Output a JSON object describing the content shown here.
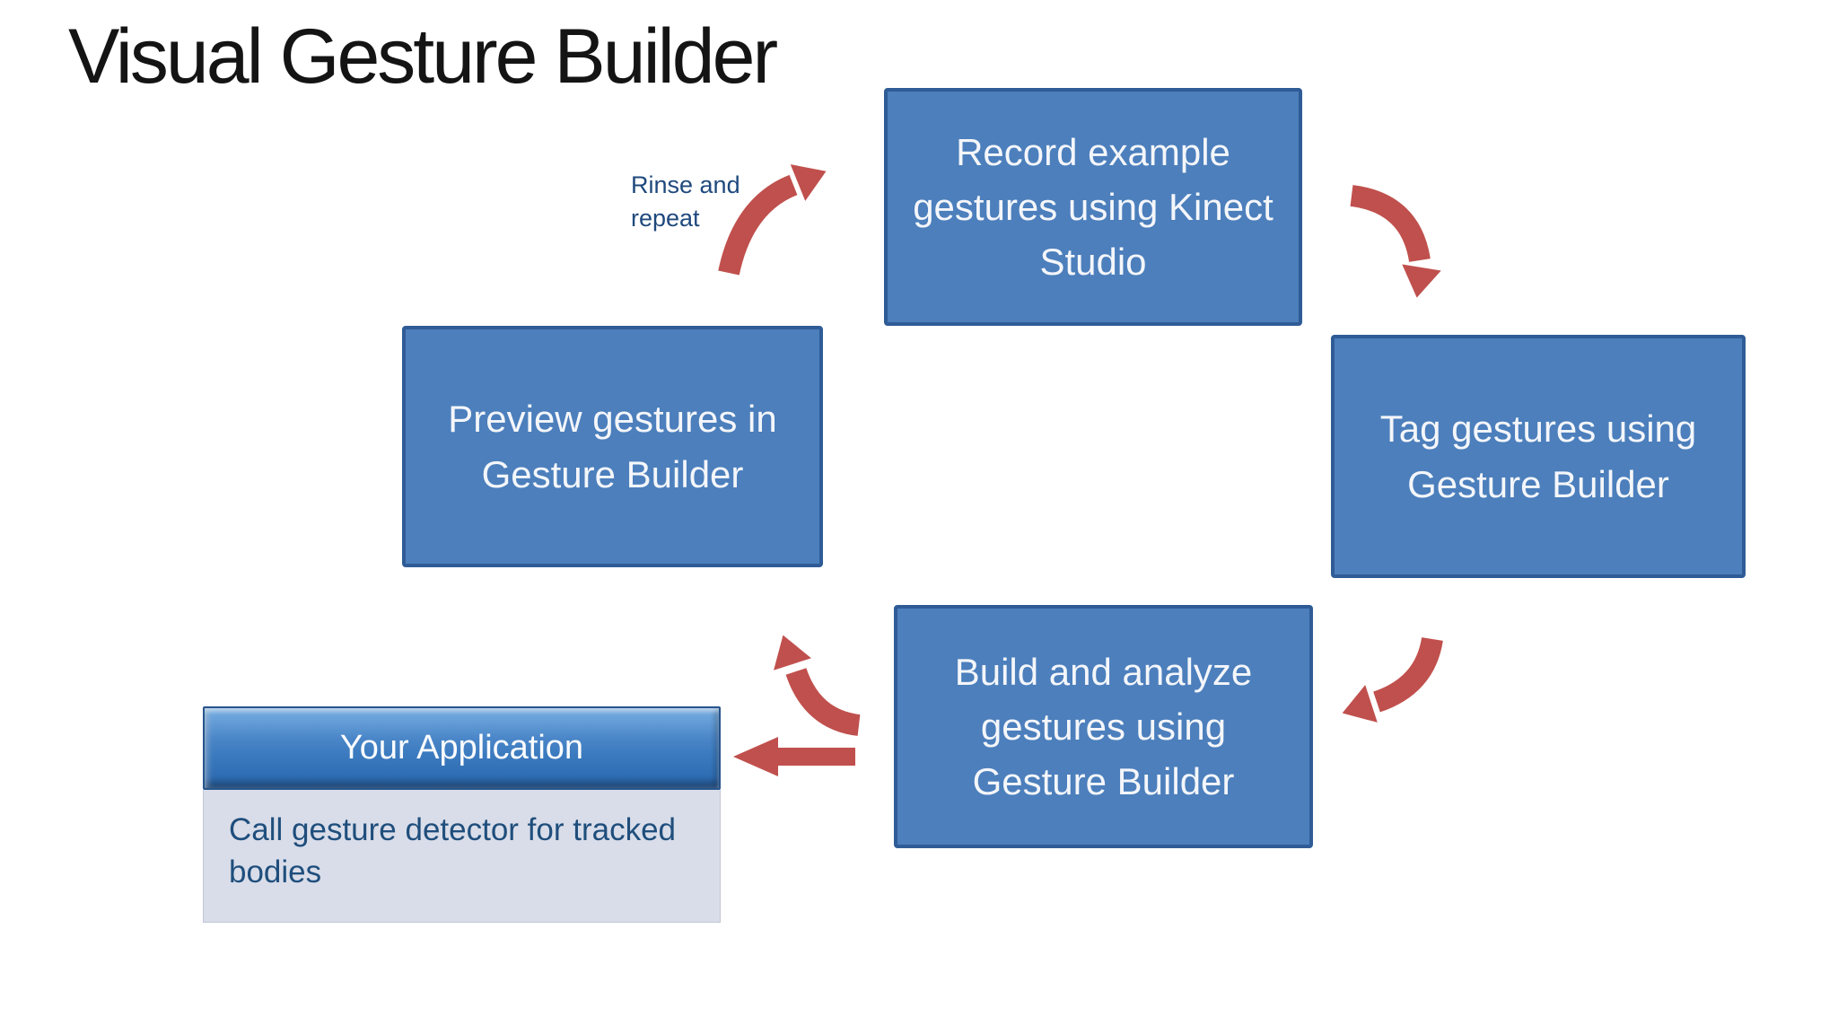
{
  "slide": {
    "title": "Visual Gesture Builder"
  },
  "flow_boxes": {
    "record": {
      "label": "Record example gestures using Kinect Studio"
    },
    "tag": {
      "label": "Tag gestures using Gesture Builder"
    },
    "build": {
      "label": "Build and analyze gestures using Gesture Builder"
    },
    "preview": {
      "label": "Preview gestures in Gesture Builder"
    }
  },
  "application_box": {
    "title": "Your Application",
    "description": "Call gesture detector for tracked bodies"
  },
  "annotations": {
    "rinse_repeat": {
      "lines": [
        "Rinse and",
        "repeat"
      ]
    }
  },
  "icons": {
    "rinse_repeat_arrow": "curved-arrow-up-right",
    "record_to_tag_arrow": "curved-arrow-down-right",
    "tag_to_build_arrow": "curved-arrow-down-left",
    "build_to_preview_arrow": "curved-arrow-up-left",
    "build_to_application_arrow": "straight-arrow-left"
  },
  "colors": {
    "box_fill": "#4C7FBC",
    "box_border": "#2F5C96",
    "arrow_red": "#C0504D",
    "annotation_text": "#1F497D",
    "box_text": "#F4F6FA",
    "app_header_top": "#79AFE3",
    "app_header_bottom": "#275F9F",
    "app_body_fill": "#D9DDE9",
    "background": "#FFFFFF"
  }
}
